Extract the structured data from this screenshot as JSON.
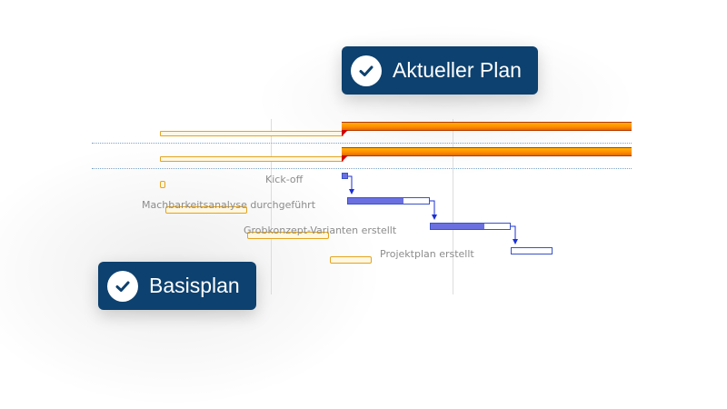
{
  "badges": {
    "current_plan": {
      "label": "Aktueller Plan",
      "icon": "check-circle-icon"
    },
    "baseline": {
      "label": "Basisplan",
      "icon": "check-circle-icon"
    }
  },
  "tasks": [
    {
      "label": "Kick-off",
      "type": "milestone"
    },
    {
      "label": "Machbarkeitsanalyse durchgeführt",
      "type": "task",
      "progress": 0.68
    },
    {
      "label": "Grobkonzept-Varianten erstellt",
      "type": "task",
      "progress": 0.68
    },
    {
      "label": "Projektplan erstellt",
      "type": "task",
      "progress": 0
    }
  ],
  "colors": {
    "badge_background": "#0d416f",
    "summary_bar": "#ff9a00",
    "baseline_bar": "#e2a421",
    "task_fill": "#6b70e0",
    "task_border": "#3a52c6",
    "link": "#1a2fd6"
  }
}
